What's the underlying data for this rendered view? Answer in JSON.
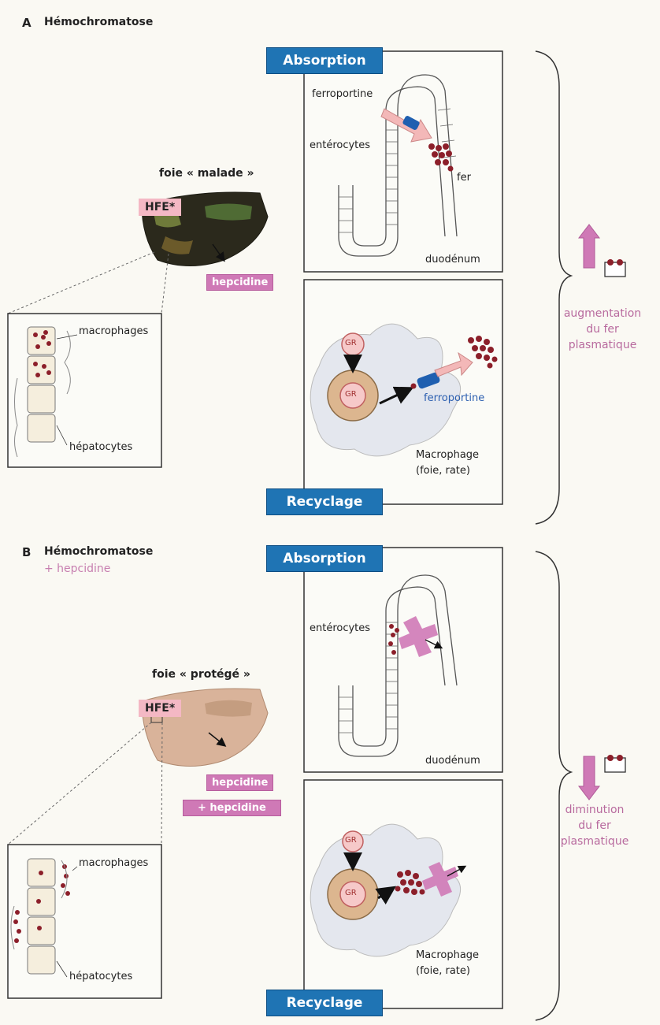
{
  "section_a": {
    "letter": "A",
    "title": "Hémochromatose",
    "liver_title": "foie « malade »",
    "hfe": "HFE*",
    "hepcidine": "hepcidine",
    "macrophages": "macrophages",
    "hepatocytes": "hépatocytes",
    "absorption": "Absorption",
    "recyclage": "Recyclage",
    "ferroportine": "ferroportine",
    "enterocytes": "entérocytes",
    "fer": "fer",
    "duodenum": "duodénum",
    "gr": "GR",
    "ferroportine_blue": "ferroportine",
    "macrophage_line1": "Macrophage",
    "macrophage_line2": "(foie, rate)",
    "effect_line1": "augmentation",
    "effect_line2": "du fer",
    "effect_line3": "plasmatique"
  },
  "section_b": {
    "letter": "B",
    "title": "Hémochromatose",
    "subtitle": "+ hepcidine",
    "liver_title": "foie « protégé »",
    "hfe": "HFE*",
    "hepcidine": "hepcidine",
    "plus_hepcidine": "+ hepcidine",
    "macrophages": "macrophages",
    "hepatocytes": "hépatocytes",
    "absorption": "Absorption",
    "recyclage": "Recyclage",
    "enterocytes": "entérocytes",
    "duodenum": "duodénum",
    "gr": "GR",
    "macrophage_line1": "Macrophage",
    "macrophage_line2": "(foie, rate)",
    "effect_line1": "diminution",
    "effect_line2": "du fer",
    "effect_line3": "plasmatique"
  },
  "colors": {
    "banner_blue": "#1f74b4",
    "pink": "#cf79b6",
    "iron_dot": "#8c1f2a",
    "liver_sick": "#2d2b1c",
    "liver_healthy": "#d9b39a"
  }
}
